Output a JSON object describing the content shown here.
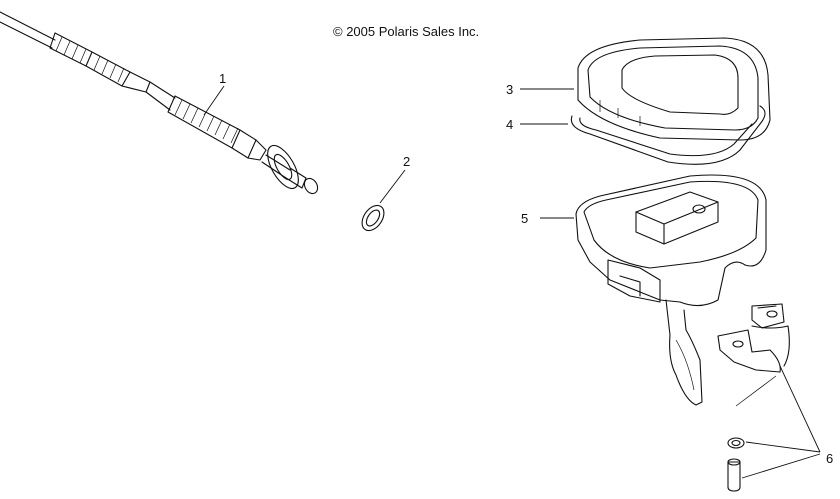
{
  "copyright": "© 2005 Polaris Sales Inc.",
  "callouts": {
    "c1": "1",
    "c2": "2",
    "c3": "3",
    "c4": "4",
    "c5": "5",
    "c6": "6"
  }
}
